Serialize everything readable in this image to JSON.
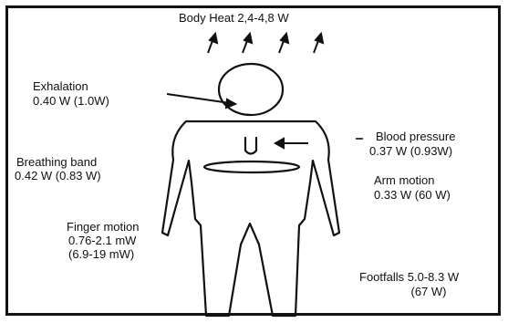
{
  "labels": {
    "body_heat": "Body Heat 2,4-4,8 W",
    "exhalation": [
      "Exhalation",
      "0.40 W  (1.0W)"
    ],
    "blood_pressure": [
      "Blood pressure",
      "0.37 W (0.93W)"
    ],
    "breathing_band": [
      "Breathing band",
      "0.42 W (0.83 W)"
    ],
    "arm_motion": [
      "Arm motion",
      "0.33 W  (60 W)"
    ],
    "finger_motion": [
      "Finger motion",
      "0.76-2.1 mW",
      "(6.9-19 mW)"
    ],
    "footfalls": [
      "Footfalls 5.0-8.3 W",
      "(67 W)"
    ]
  }
}
